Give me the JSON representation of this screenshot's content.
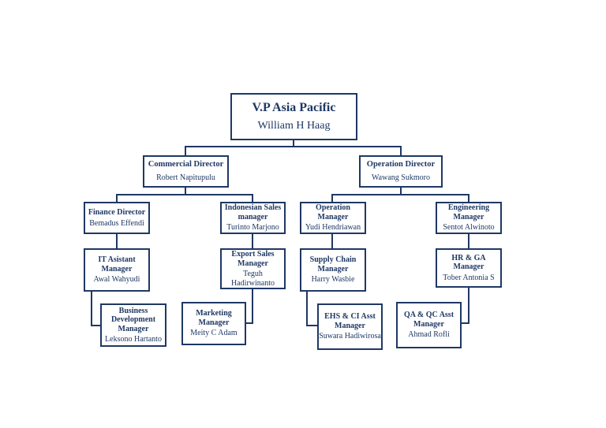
{
  "chart": {
    "vp": {
      "title": "V.P Asia Pacific",
      "name": "William H Haag"
    },
    "commercial": {
      "title": "Commercial Director",
      "name": "Robert Napitupulu"
    },
    "operation": {
      "title": "Operation Director",
      "name": "Wawang Sukmoro"
    },
    "finance": {
      "title": "Finance Director",
      "name": "Bemadus Effendi"
    },
    "indo_sales": {
      "title": "Indonesian Sales manager",
      "name": "Turinto Marjono"
    },
    "op_manager": {
      "title": "Operation Manager",
      "name": "Yudi Hendriawan"
    },
    "eng_manager": {
      "title": "Engineering Manager",
      "name": "Sentot Alwinoto"
    },
    "it_manager": {
      "title": "IT Asistant Manager",
      "name": "Awal Wahyudi"
    },
    "export_sales": {
      "title": "Export Sales Manager",
      "name": "Teguh Hadirwinanto"
    },
    "supply_chain": {
      "title": "Supply Chain Manager",
      "name": "Harry Wasbie"
    },
    "hr_ga": {
      "title": "HR & GA Manager",
      "name": "Tober Antonia S"
    },
    "biz_dev": {
      "title": "Business Development Manager",
      "name": "Leksono Hartanto"
    },
    "marketing": {
      "title": "Marketing Manager",
      "name": "Meity C Adam"
    },
    "ehs_ci": {
      "title": "EHS & CI Asst Manager",
      "name": "Suwara Hadiwirosa"
    },
    "qa_qc": {
      "title": "QA & QC Asst Manager",
      "name": "Ahmad Rofli"
    }
  },
  "colors": {
    "line": "#1f3864",
    "text": "#1f3864"
  }
}
